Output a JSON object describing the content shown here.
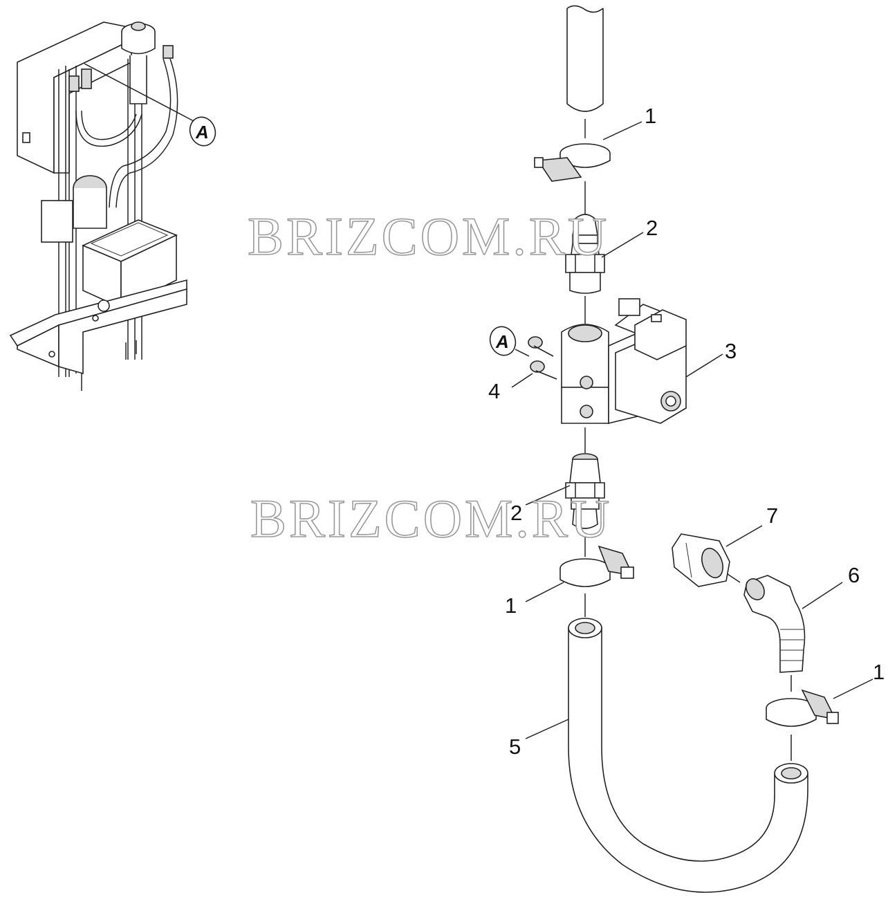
{
  "watermark": "BRIZCOM.RU",
  "detail_callout": "A",
  "labels": {
    "clamp_top": "1",
    "fitting_top": "2",
    "valve": "3",
    "screw": "4",
    "fitting_bottom": "2",
    "clamp_middle": "1",
    "hose": "5",
    "elbow": "6",
    "adapter": "7",
    "clamp_right": "1"
  }
}
